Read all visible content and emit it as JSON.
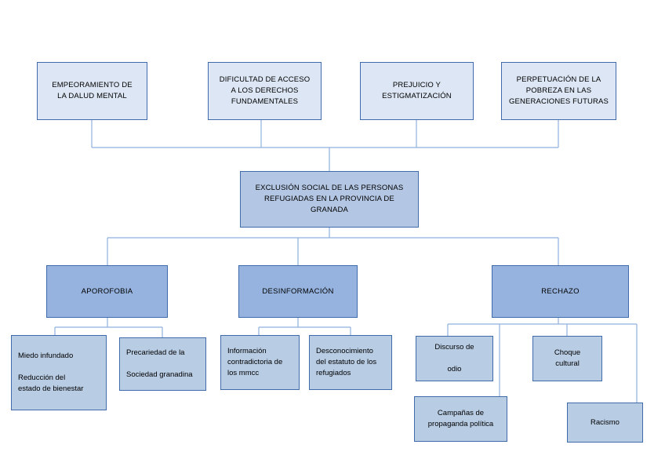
{
  "diagram": {
    "type": "problem-tree",
    "title_box": {
      "id": "central",
      "label": "EXCLUSIÓN SOCIAL DE LAS PERSONAS\nREFUGIADAS EN LA PROVINCIA DE\nGRANADA"
    },
    "effects": [
      {
        "id": "effect-1",
        "label": "EMPEORAMIENTO DE\nLA DALUD MENTAL"
      },
      {
        "id": "effect-2",
        "label": "DIFICULTAD DE ACCESO\nA LOS DERECHOS\nFUNDAMENTALES"
      },
      {
        "id": "effect-3",
        "label": "PREJUICIO Y\nESTIGMATIZACIÓN"
      },
      {
        "id": "effect-4",
        "label": "PERPETUACIÓN DE LA\nPOBREZA EN LAS\nGENERACIONES FUTURAS"
      }
    ],
    "causes": [
      {
        "id": "cause-aporofobia",
        "label": "APOROFOBIA"
      },
      {
        "id": "cause-desinformacion",
        "label": "DESINFORMACIÓN"
      },
      {
        "id": "cause-rechazo",
        "label": "RECHAZO"
      }
    ],
    "subcauses": [
      {
        "id": "sub-miedo",
        "parent": "cause-aporofobia",
        "label": "Miedo infundado\n\nReducción del\nestado de bienestar"
      },
      {
        "id": "sub-precariedad",
        "parent": "cause-aporofobia",
        "label": "Precariedad de la\n\nSociedad granadina"
      },
      {
        "id": "sub-informacion",
        "parent": "cause-desinformacion",
        "label": "Información\ncontradictoria de\nlos mmcc"
      },
      {
        "id": "sub-desconocimiento",
        "parent": "cause-desinformacion",
        "label": "Desconocimiento\ndel estatuto de los\nrefugiados"
      },
      {
        "id": "sub-discurso",
        "parent": "cause-rechazo",
        "label": "Discurso de\n\nodio"
      },
      {
        "id": "sub-choque",
        "parent": "cause-rechazo",
        "label": "Choque\ncultural"
      },
      {
        "id": "sub-campanas",
        "parent": "cause-rechazo",
        "label": "Campañas de\npropaganda política"
      },
      {
        "id": "sub-racismo",
        "parent": "cause-rechazo",
        "label": "Racismo"
      }
    ],
    "colors": {
      "effect_fill": "#dce6f4",
      "central_fill": "#b3c6e3",
      "cause_fill": "#95b3de",
      "leaf_fill": "#b8cce4",
      "border": "#3f6bab",
      "connector": "#8eb0dd",
      "background": "#ffffff",
      "text": "#000000"
    }
  }
}
